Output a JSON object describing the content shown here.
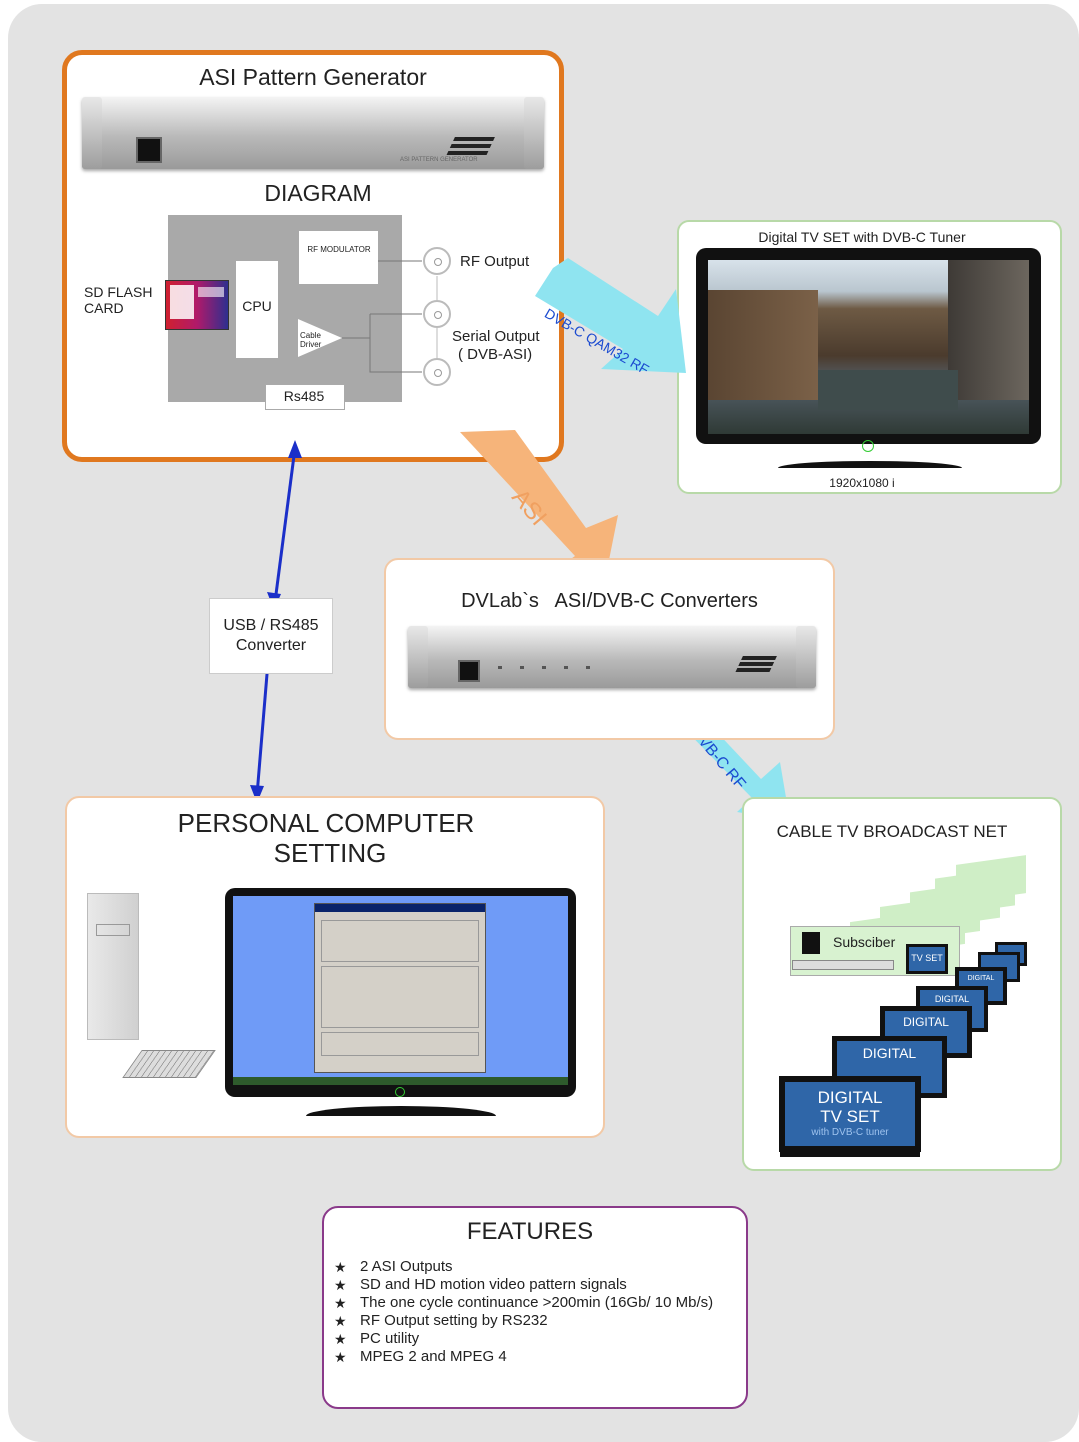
{
  "generator": {
    "title": "ASI Pattern Generator",
    "rack_label": "ASI PATTERN GENERATOR",
    "diagram_title": "DIAGRAM",
    "sd_card": "SD FLASH CARD",
    "cpu": "CPU",
    "rf_modulator": "RF MODULATOR",
    "cable_driver": "Cable Driver",
    "rf_output": "RF Output",
    "serial_output": "Serial Output",
    "serial_output_sub": "( DVB-ASI)",
    "rs485": "Rs485"
  },
  "tv": {
    "title": "Digital TV SET with DVB-C Tuner",
    "resolution": "1920x1080 i"
  },
  "arrows": {
    "dvbc_qam": "DVB-C QAM32  RF",
    "asi": "ASI",
    "dvbc_rf": "DVB-C  RF"
  },
  "usb_converter": {
    "line1": "USB / RS485",
    "line2": "Converter"
  },
  "converters": {
    "title": "DVLab`s   ASI/DVB-C Converters"
  },
  "pc": {
    "line1": "PERSONAL COMPUTER",
    "line2": "SETTING"
  },
  "cable_net": {
    "title": "CABLE TV BROADCAST NET",
    "subscriber": "Subsciber",
    "tv_set": "TV SET",
    "digital": "DIGITAL",
    "digital_tv_line1": "DIGITAL",
    "digital_tv_line2": "TV SET",
    "digital_tv_line3": "with DVB-C tuner"
  },
  "features": {
    "title": "FEATURES",
    "items": [
      "2 ASI  Outputs",
      "SD and HD motion video pattern signals",
      "The one cycle continuance >200min (16Gb/ 10 Mb/s)",
      "RF Output setting by RS232",
      "PC utility",
      "MPEG 2  and MPEG 4"
    ]
  },
  "colors": {
    "orange_border": "#e0781f",
    "green_border": "#b8d9a8",
    "purple_border": "#8a3a8a",
    "arrow_blue": "#1b2fc9",
    "arrow_cyan": "#8fe4f0",
    "arrow_orange": "#f6b47a"
  }
}
